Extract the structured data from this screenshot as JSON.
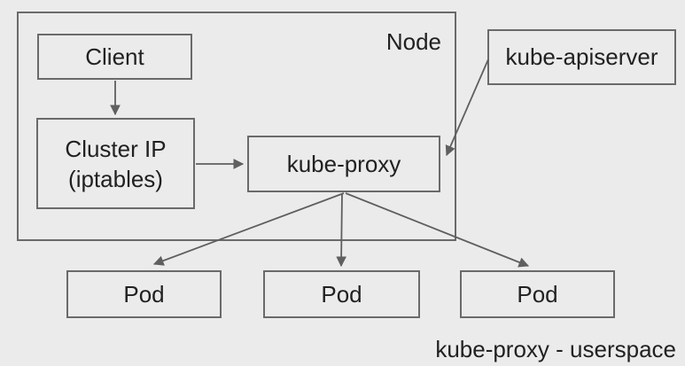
{
  "diagram": {
    "node_label": "Node",
    "caption": "kube-proxy - userspace",
    "boxes": {
      "client": {
        "label": "Client"
      },
      "cluster_ip": {
        "line1": "Cluster IP",
        "line2": "(iptables)"
      },
      "kube_proxy": {
        "label": "kube-proxy"
      },
      "kube_apiserver": {
        "label": "kube-apiserver"
      },
      "pods": [
        {
          "label": "Pod"
        },
        {
          "label": "Pod"
        },
        {
          "label": "Pod"
        }
      ]
    },
    "connections": [
      {
        "from": "Client",
        "to": "Cluster IP (iptables)"
      },
      {
        "from": "Cluster IP (iptables)",
        "to": "kube-proxy"
      },
      {
        "from": "kube-apiserver",
        "to": "kube-proxy"
      },
      {
        "from": "kube-proxy",
        "to": "Pod (left)"
      },
      {
        "from": "kube-proxy",
        "to": "Pod (middle)"
      },
      {
        "from": "kube-proxy",
        "to": "Pod (right)"
      }
    ],
    "colors": {
      "background": "#ebebeb",
      "box_border": "#6a6a6a",
      "arrow": "#5f5f5f",
      "text": "#212121"
    }
  }
}
